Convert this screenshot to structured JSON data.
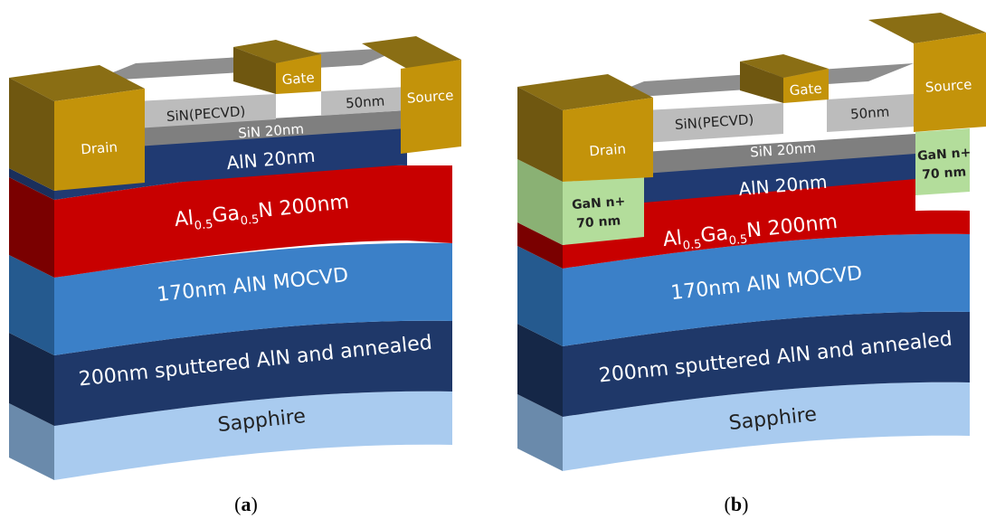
{
  "colors": {
    "metal_front": "#c3930a",
    "metal_top": "#8a6e14",
    "metal_side": "#6f5710",
    "sin_pecvd": "#bcbcbc",
    "sin_pecvd_top": "#8e8e8e",
    "sin20": "#7f7f7f",
    "aln20": "#203a72",
    "algan": "#c80000",
    "algan_side": "#7a0000",
    "aln_mocvd": "#3b80c8",
    "aln_mocvd_side": "#255a8f",
    "aln_sputter": "#1f3869",
    "aln_sputter_side": "#152747",
    "sapphire": "#a9cbef",
    "sapphire_side": "#6a8aab",
    "gan_regrowth": "#b3dd9b",
    "white_text": "#ffffff",
    "dark_text": "#222222"
  },
  "diagram_a": {
    "caption_open": "(",
    "caption_letter": "a",
    "caption_close": ")",
    "layers": {
      "sapphire": "Sapphire",
      "sputtered_aln": "200nm sputtered AlN and annealed",
      "mocvd_aln": "170nm AlN MOCVD",
      "algan_main": "Al",
      "algan_sub1": "0.5",
      "algan_mid": "Ga",
      "algan_sub2": "0.5",
      "algan_tail": "N 200nm",
      "aln_barrier": "AlN 20nm",
      "sin_thin": "SiN 20nm",
      "sin_pecvd": "SiN(PECVD)",
      "sin_50": "50nm"
    },
    "contacts": {
      "drain": "Drain",
      "gate": "Gate",
      "source": "Source"
    }
  },
  "diagram_b": {
    "caption_open": "(",
    "caption_letter": "b",
    "caption_close": ")",
    "layers": {
      "sapphire": "Sapphire",
      "sputtered_aln": "200nm sputtered AlN and annealed",
      "mocvd_aln": "170nm AlN MOCVD",
      "algan_main": "Al",
      "algan_sub1": "0.5",
      "algan_mid": "Ga",
      "algan_sub2": "0.5",
      "algan_tail": "N 200nm",
      "aln_barrier": "AlN 20nm",
      "sin_thin": "SiN 20nm",
      "sin_pecvd": "SiN(PECVD)",
      "sin_50": "50nm"
    },
    "contacts": {
      "drain": "Drain",
      "gate": "Gate",
      "source": "Source"
    },
    "regrowth": {
      "left_line1": "GaN n+",
      "left_line2": "70 nm",
      "right_line1": "GaN n+",
      "right_line2": "70 nm"
    }
  }
}
